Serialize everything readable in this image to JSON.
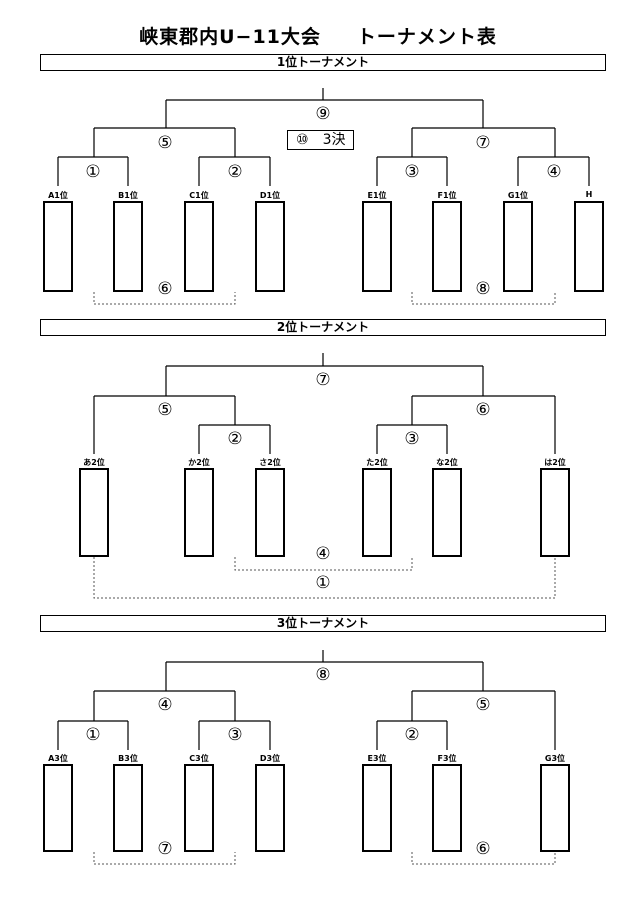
{
  "title": {
    "main": "峡東郡内U−11大会",
    "sub": "トーナメント表"
  },
  "sections": {
    "first": {
      "label": "1位トーナメント",
      "teams": [
        "A1位",
        "B1位",
        "C1位",
        "D1位",
        "E1位",
        "F1位",
        "G1位",
        "H"
      ],
      "matches": {
        "m1": "①",
        "m2": "②",
        "m3": "③",
        "m4": "④",
        "m5": "⑤",
        "m6": "⑥",
        "m7": "⑦",
        "m8": "⑧",
        "m9": "⑨"
      },
      "third_place": {
        "number": "⑩",
        "label": "3決"
      }
    },
    "second": {
      "label": "2位トーナメント",
      "teams": [
        "あ2位",
        "か2位",
        "さ2位",
        "た2位",
        "な2位",
        "は2位"
      ],
      "matches": {
        "m1": "①",
        "m2": "②",
        "m3": "③",
        "m4": "④",
        "m5": "⑤",
        "m6": "⑥",
        "m7": "⑦"
      }
    },
    "third": {
      "label": "3位トーナメント",
      "teams": [
        "A3位",
        "B3位",
        "C3位",
        "D3位",
        "E3位",
        "F3位",
        "G3位"
      ],
      "matches": {
        "m1": "①",
        "m2": "②",
        "m3": "③",
        "m4": "④",
        "m5": "⑤",
        "m6": "⑥",
        "m7": "⑦",
        "m8": "⑧"
      }
    }
  }
}
